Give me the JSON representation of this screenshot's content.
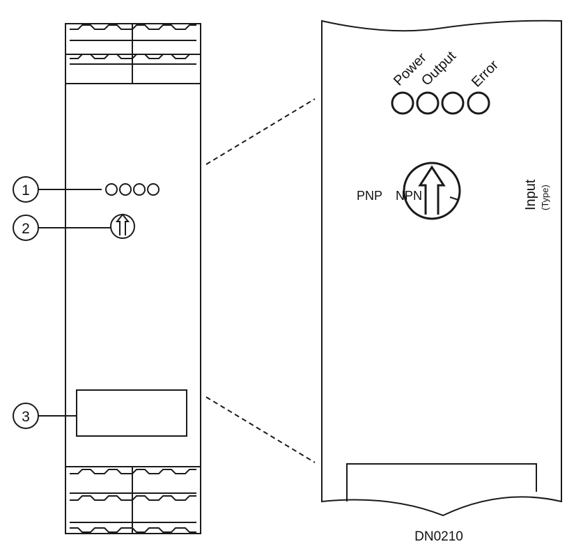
{
  "callouts": [
    "1",
    "2",
    "3"
  ],
  "led_labels": {
    "power": "Power",
    "output": "Output",
    "error": "Error"
  },
  "switch": {
    "pnp": "PNP",
    "npn": "NPN"
  },
  "input_label": "Input",
  "input_sub": "(Type)",
  "drawing_number": "DN0210",
  "colors": {
    "ink": "#1a1a1a",
    "background": "#ffffff"
  }
}
